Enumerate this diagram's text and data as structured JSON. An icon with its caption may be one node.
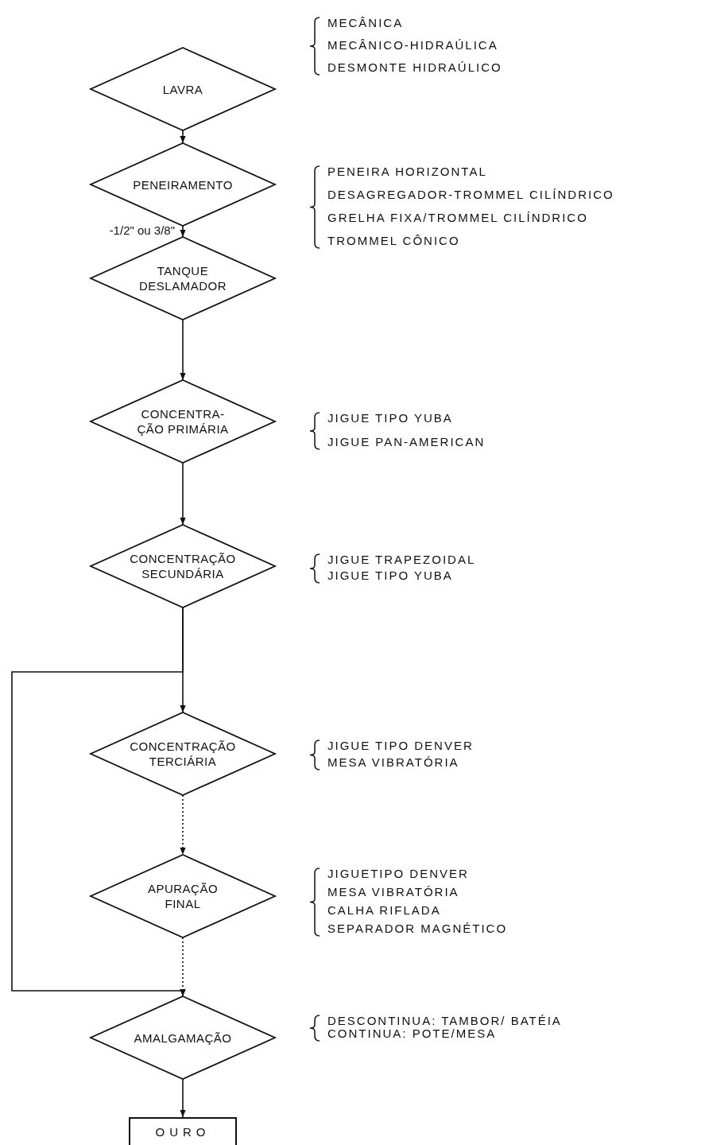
{
  "diagram": {
    "nodes": [
      {
        "text": [
          "LAVRA"
        ],
        "beside": [
          "MECÂNICA",
          "MECÂNICO-HIDRAÚLICA",
          "DESMONTE HIDRAÚLICO"
        ]
      },
      {
        "text": [
          "PENEIRAMENTO"
        ],
        "beside": [
          "PENEIRA HORIZONTAL",
          "DESAGREGADOR-TROMMEL CILÍNDRICO",
          "GRELHA FIXA/TROMMEL CILÍNDRICO",
          "TROMMEL CÔNICO"
        ]
      },
      {
        "text": [
          "TANQUE DESLAMADOR"
        ]
      },
      {
        "text": [
          "CONCENTRA-ÇÃO PRIMÁRIA"
        ],
        "beside": [
          "JIGUE TIPO YUBA",
          "JIGUE PAN-AMERICAN"
        ]
      },
      {
        "text": [
          "CONCENTRAÇÃO SECUNDÁRIA"
        ],
        "beside": [
          "JIGUE TRAPEZOIDAL",
          "JIGUE TIPO YUBA"
        ]
      },
      {
        "text": [
          "CONCENTRAÇÃO TERCIÁRIA"
        ],
        "beside": [
          "JIGUE TIPO DENVER",
          "MESA VIBRATÓRIA"
        ]
      },
      {
        "text": [
          "APURAÇÃO FINAL"
        ],
        "beside": [
          "JIGUETIPO DENVER",
          "MESA VIBRATÓRIA",
          "CALHA RIFLADA",
          "SEPARADOR MAGNÉTICO"
        ]
      },
      {
        "text": [
          "AMALGAMAÇÃO"
        ],
        "beside": [
          "DESCONTINUA: TAMBOR/ BATÉIA",
          "CONTINUA: POTE/MESA"
        ]
      },
      {
        "text": [
          "OURO"
        ]
      }
    ],
    "edges": [
      {
        "from": 0,
        "to": 1,
        "arrow": "to"
      },
      {
        "from": 1,
        "to": 2,
        "arrow": "to",
        "label": "-1/2\" ou 3/8\""
      },
      {
        "from": 2,
        "to": 3,
        "arrow": "to"
      },
      {
        "from": 3,
        "to": 4,
        "arrow": "to"
      },
      {
        "from": 4,
        "to": 5,
        "arrow": "to"
      },
      {
        "from": 5,
        "to": 6,
        "arrow": "to",
        "style": "dashed"
      },
      {
        "from": 6,
        "to": 7,
        "arrow": "to",
        "style": "dashed"
      },
      {
        "from": 7,
        "to": 8,
        "arrow": "to"
      },
      {
        "from": 4,
        "to": 7,
        "arrow": "to"
      }
    ]
  }
}
